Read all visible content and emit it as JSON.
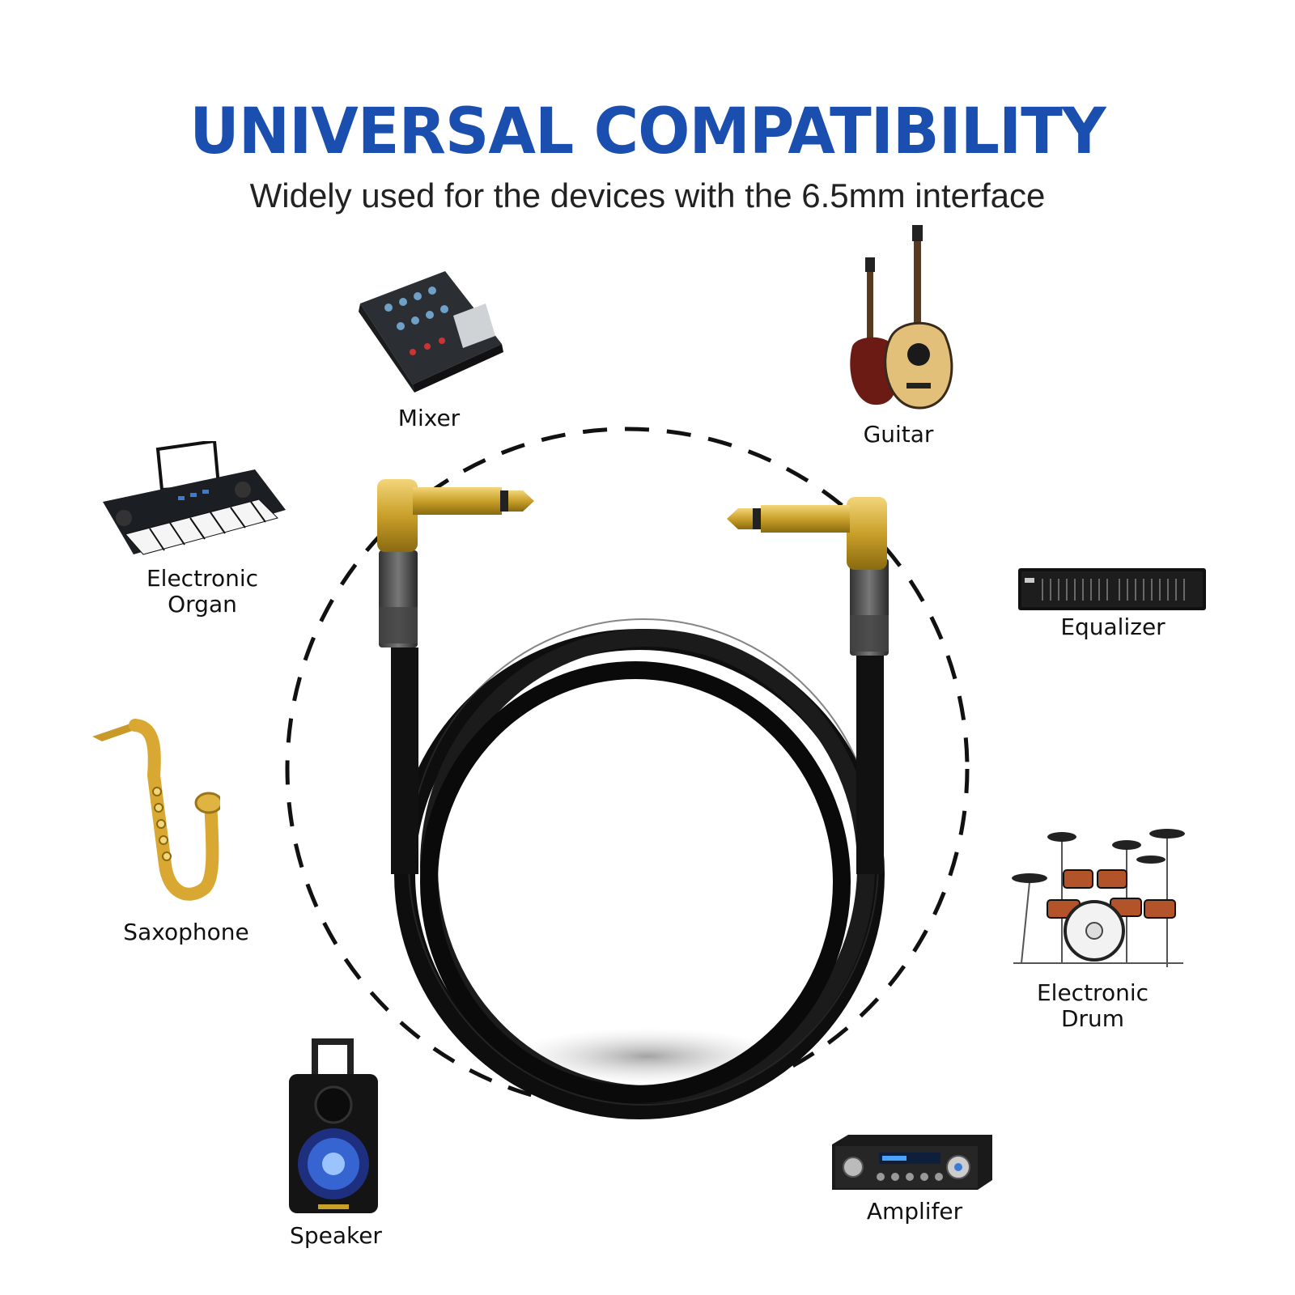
{
  "header": {
    "title": "UNIVERSAL COMPATIBILITY",
    "subtitle": "Widely used for the devices with the 6.5mm interface"
  },
  "devices": {
    "mixer": "Mixer",
    "guitar": "Guitar",
    "organ": [
      "Electronic",
      "Organ"
    ],
    "equalizer": "Equalizer",
    "saxophone": "Saxophone",
    "drum": [
      "Electronic",
      "Drum"
    ],
    "speaker": "Speaker",
    "amplifier": "Amplifer"
  },
  "colors": {
    "title": "#1a4fb0",
    "gold": "#c9a02a",
    "cable": "#111111"
  }
}
